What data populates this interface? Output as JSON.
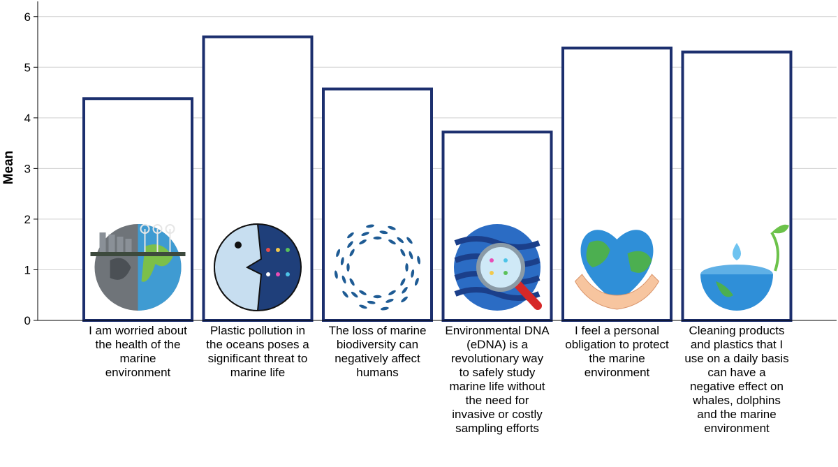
{
  "chart_data": {
    "type": "bar",
    "title": "",
    "xlabel": "",
    "ylabel": "Mean",
    "ylim": [
      0,
      6.3
    ],
    "yticks": [
      0,
      1,
      2,
      3,
      4,
      5,
      6
    ],
    "grid": "horizontal",
    "categories": [
      "I am worried about the health of the marine environment",
      "Plastic pollution in the oceans poses a significant threat to marine life",
      "The loss of marine biodiversity can negatively affect humans",
      "Environmental DNA (eDNA) is a revolutionary way to safely study marine life without the need for invasive or costly sampling efforts",
      "I feel a personal obligation to protect the marine environment",
      "Cleaning products and plastics that I use on a daily basis can have a negative effect on whales, dolphins and the marine environment"
    ],
    "values": [
      4.38,
      5.6,
      4.57,
      3.72,
      5.38,
      5.3
    ],
    "bar_icons": [
      "industry-earth-icon",
      "fish-eating-plastic-icon",
      "fish-school-icon",
      "globe-magnifier-icon",
      "heart-earth-hands-icon",
      "water-drop-earth-icon"
    ],
    "colors": {
      "bar_edge": "#1c2f6e",
      "bar_fill": "#ffffff",
      "grid": "#cfcfcf",
      "axis": "#000000"
    }
  }
}
